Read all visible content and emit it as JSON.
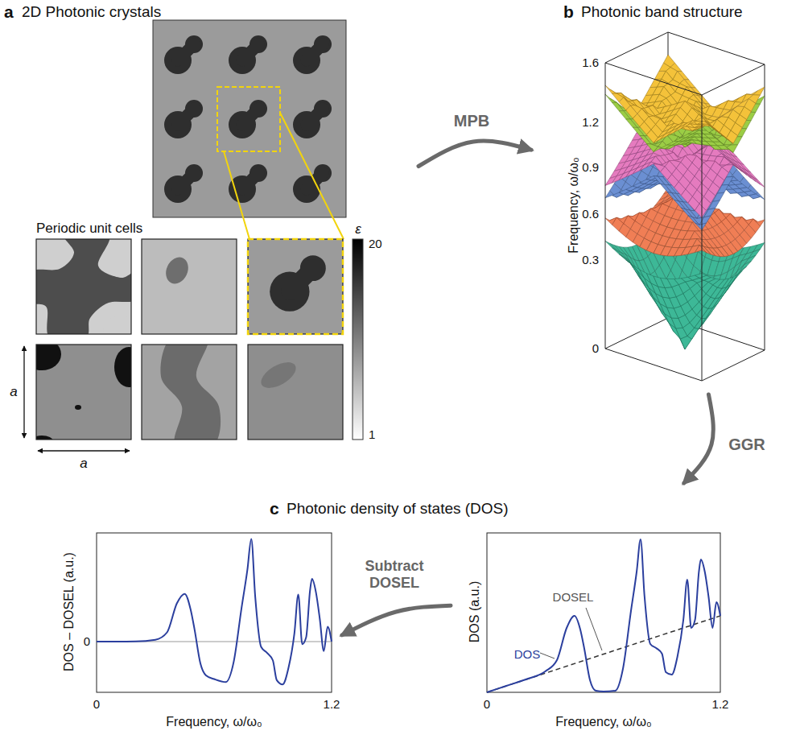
{
  "diagram": {
    "nodes": [
      {
        "text": [
          "a",
          "2D Photonic crystals"
        ]
      },
      {
        "text": [
          "b",
          "Photonic band structure"
        ]
      },
      {
        "text": [
          "c",
          "Photonic density of states (DOS)"
        ]
      },
      {
        "text": [
          "DOS – DOSEL (a.u.)",
          "Frequency, ω/ω₀"
        ],
        "in": 2
      },
      {
        "text": [
          "DOS (a.u.)",
          "Frequency, ω/ω₀"
        ],
        "in": 2
      }
    ],
    "edges": [
      {
        "from": 0,
        "to": 1,
        "arrow": "to",
        "label": "MPB"
      },
      {
        "from": 1,
        "to": 2,
        "arrow": "to",
        "label": "GGR"
      },
      {
        "from": 4,
        "to": 3,
        "arrow": "to",
        "label": "Subtract DOSEL"
      }
    ],
    "labels": [
      "Periodic unit cells",
      "ε",
      "20",
      "1",
      "a",
      "a",
      "Frequency, ω/ω₀",
      "1.6",
      "1.2",
      "0.9",
      "0.6",
      "0.3",
      "0",
      "0",
      "0",
      "1.2",
      "DOSEL",
      "DOS",
      "0",
      "1.2"
    ]
  }
}
